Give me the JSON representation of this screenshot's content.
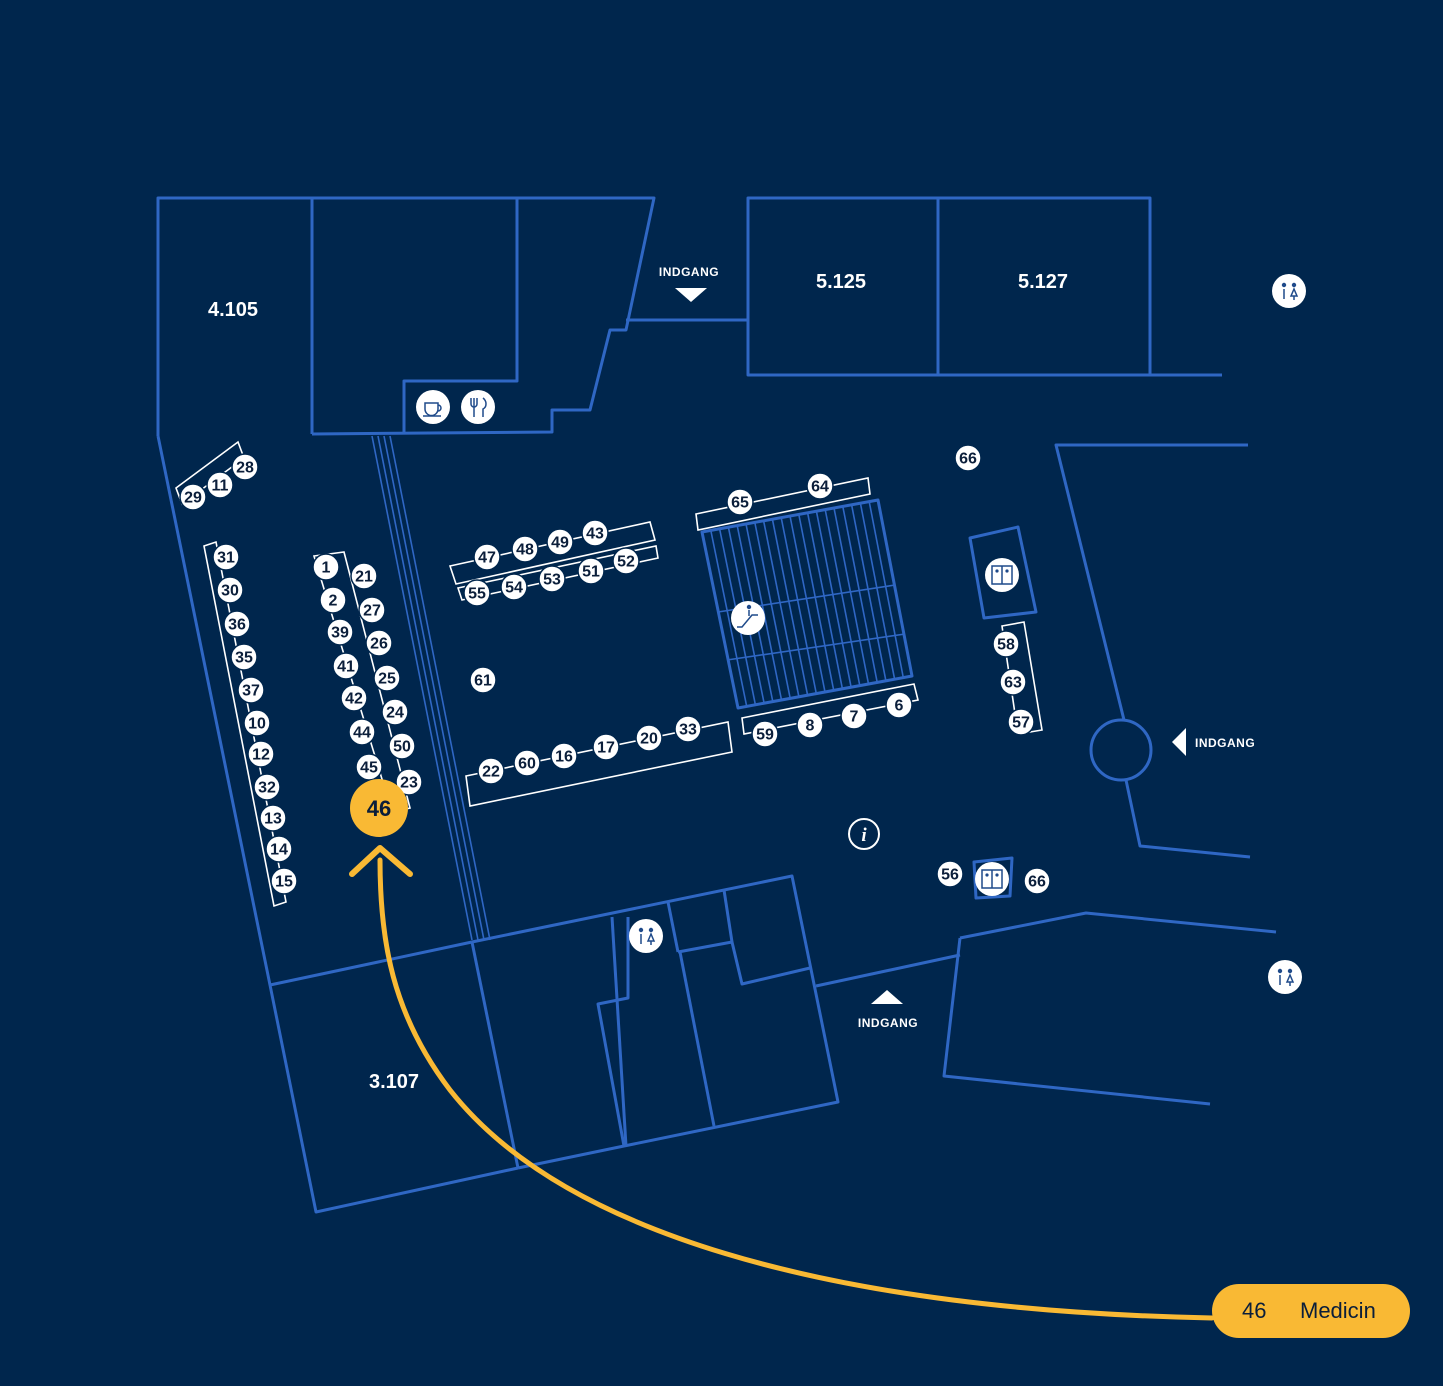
{
  "colors": {
    "background": "#00264d",
    "walls": "#2f67c4",
    "highlight": "#f9b934",
    "marker_text": "#0b1e3a"
  },
  "rooms": [
    "4.105",
    "5.125",
    "5.127",
    "3.107"
  ],
  "entrances": [
    "INDGANG",
    "INDGANG",
    "INDGANG"
  ],
  "icons": [
    "coffee-icon",
    "restaurant-icon",
    "restroom-icon",
    "restroom-icon",
    "restroom-icon",
    "elevator-icon",
    "elevator-icon",
    "escalator-icon",
    "info-icon"
  ],
  "stands": [
    "1",
    "2",
    "6",
    "7",
    "8",
    "10",
    "11",
    "12",
    "13",
    "14",
    "15",
    "16",
    "17",
    "20",
    "21",
    "22",
    "23",
    "24",
    "25",
    "26",
    "27",
    "28",
    "29",
    "30",
    "31",
    "32",
    "33",
    "35",
    "36",
    "37",
    "39",
    "41",
    "42",
    "43",
    "44",
    "45",
    "47",
    "48",
    "49",
    "50",
    "51",
    "52",
    "53",
    "54",
    "55",
    "56",
    "57",
    "58",
    "59",
    "60",
    "61",
    "63",
    "64",
    "65",
    "66"
  ],
  "highlight_marker": {
    "number": "46",
    "name": "Medicin"
  }
}
